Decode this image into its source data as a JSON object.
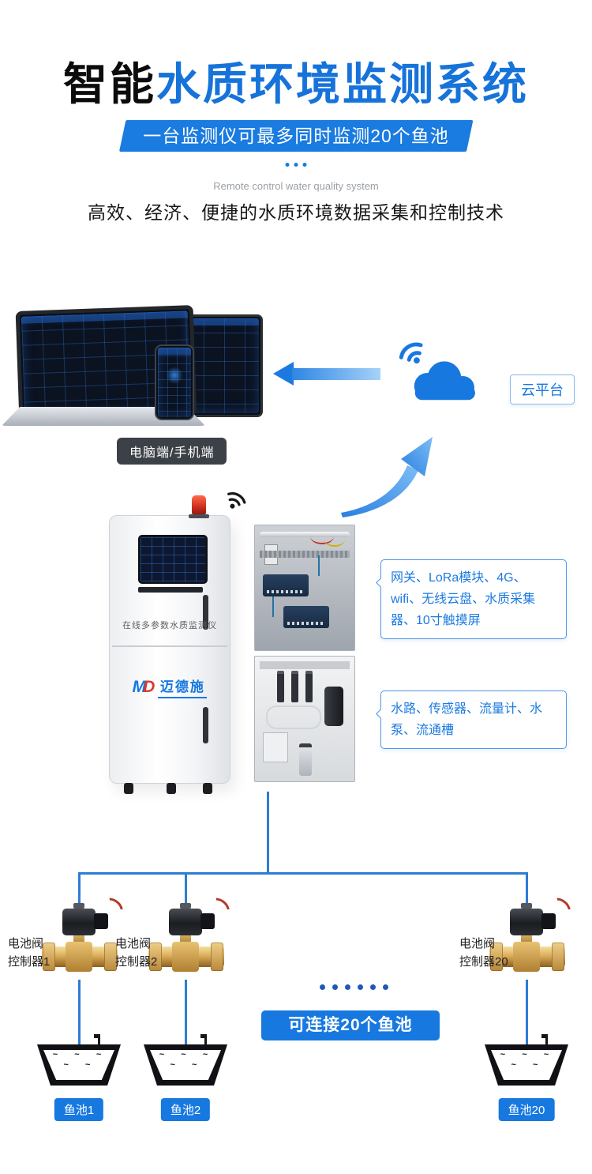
{
  "colors": {
    "accent": "#1778e0",
    "banner_blue": "#1a7be0",
    "line_blue": "#2e7cd6",
    "dark_badge": "#3c4148",
    "brass": "#dcae5a"
  },
  "header": {
    "title_prefix": "智能",
    "title_main": "水质环境监测系统",
    "banner": "一台监测仪可最多同时监测20个鱼池",
    "tagline_en": "Remote control water quality system",
    "tagline_cn": "高效、经济、便捷的水质环境数据采集和控制技术"
  },
  "diagram": {
    "devices_label": "电脑端/手机端",
    "cloud_label": "云平台",
    "cabinet": {
      "nameplate": "在线多参数水质监测仪",
      "brand_mark_m": "M",
      "brand_mark_d": "D",
      "brand": "迈德施"
    },
    "callout_top": "网关、LoRa模块、4G、wifi、无线云盘、水质采集器、10寸触摸屏",
    "callout_bottom": "水路、传感器、流量计、水泵、流通槽",
    "valves": [
      {
        "line1": "电池阀",
        "line2": "控制器1"
      },
      {
        "line1": "电池阀",
        "line2": "控制器2"
      },
      {
        "line1": "电池阀",
        "line2": "控制器20"
      }
    ],
    "connect_pill": "可连接20个鱼池",
    "ponds": [
      {
        "label": "鱼池1"
      },
      {
        "label": "鱼池2"
      },
      {
        "label": "鱼池20"
      }
    ],
    "pond_marks_row1": "~  ~  ~",
    "pond_marks_row2": "~  ~"
  }
}
